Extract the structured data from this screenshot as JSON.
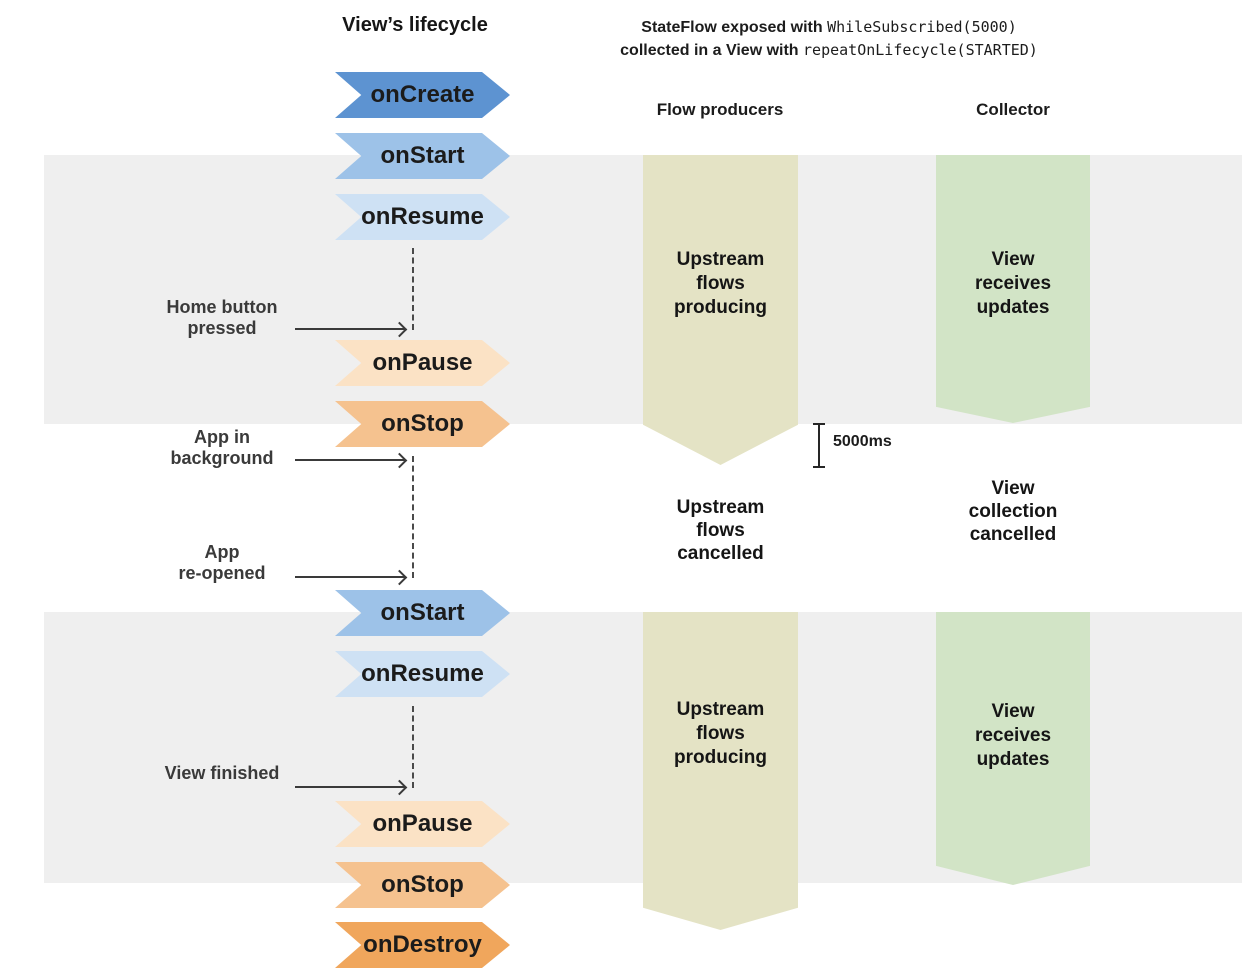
{
  "header": {
    "line1": {
      "bold": "StateFlow exposed with ",
      "code": "WhileSubscribed(5000)"
    },
    "line2": {
      "bold": "collected in a View with ",
      "code": "repeatOnLifecycle(STARTED)"
    }
  },
  "columns": {
    "lifecycle_title": "View’s lifecycle",
    "flow_producers": "Flow producers",
    "collector": "Collector"
  },
  "lifecycle": [
    {
      "label": "onCreate",
      "color": "#5d93d1"
    },
    {
      "label": "onStart",
      "color": "#9dc2e8"
    },
    {
      "label": "onResume",
      "color": "#cee1f4"
    },
    {
      "label": "onPause",
      "color": "#fbe2c5"
    },
    {
      "label": "onStop",
      "color": "#f5c28f"
    },
    {
      "label": "onStart",
      "color": "#9dc2e8"
    },
    {
      "label": "onResume",
      "color": "#cee1f4"
    },
    {
      "label": "onPause",
      "color": "#fbe2c5"
    },
    {
      "label": "onStop",
      "color": "#f5c28f"
    },
    {
      "label": "onDestroy",
      "color": "#f0a65c"
    }
  ],
  "events": [
    {
      "label": "Home button\npressed"
    },
    {
      "label": "App in\nbackground"
    },
    {
      "label": "App\nre-opened"
    },
    {
      "label": "View finished"
    }
  ],
  "producers": {
    "color": "#e4e3c5",
    "band1_label": "Upstream\nflows\nproducing",
    "cancelled_label": "Upstream\nflows\ncancelled",
    "band2_label": "Upstream\nflows\nproducing"
  },
  "collector_column": {
    "color": "#d2e4c6",
    "band1_label": "View\nreceives\nupdates",
    "cancelled_label": "View\ncollection\ncancelled",
    "band2_label": "View\nreceives\nupdates"
  },
  "timeout": {
    "label": "5000ms"
  },
  "colors": {
    "band_background": "#efefef",
    "text_primary": "#1c1c1c",
    "event_label_text": "#3a3a3a"
  }
}
